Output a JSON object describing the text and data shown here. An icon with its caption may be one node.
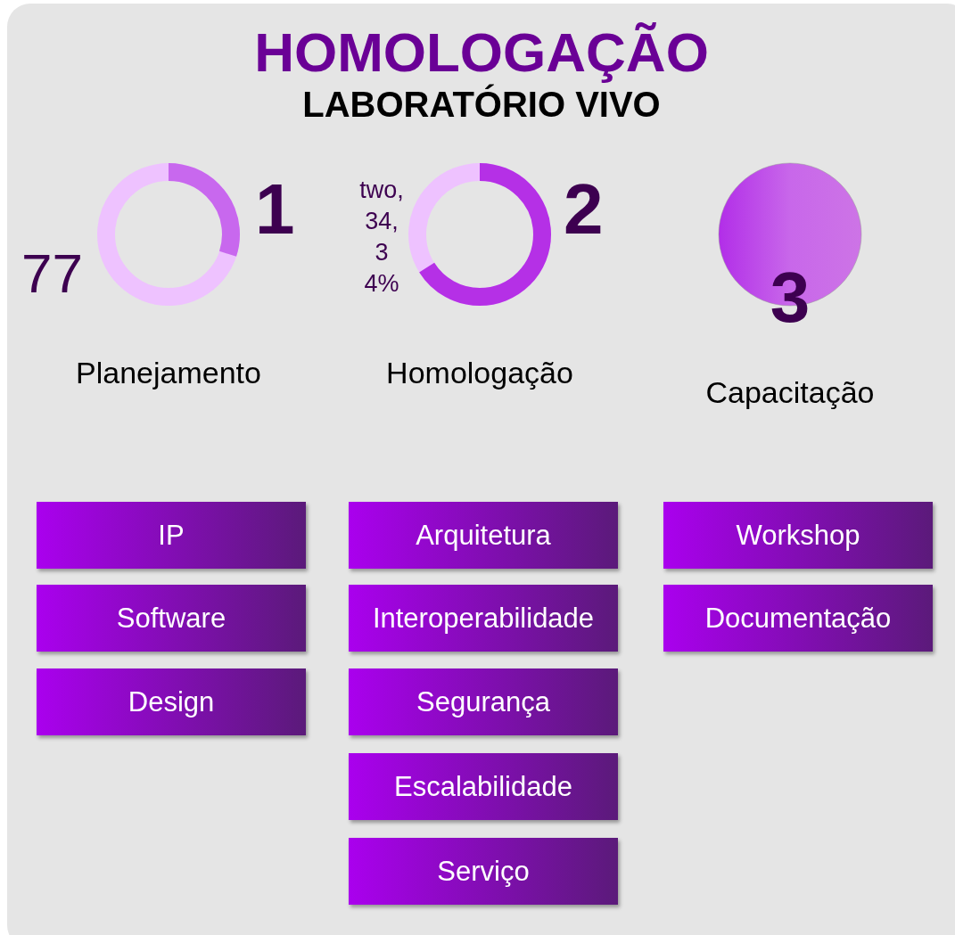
{
  "diagram": {
    "title": "HOMOLOGAÇÃO",
    "nodes": [
      {
        "text": [],
        "shape": "circle",
        "beside": [
          "77",
          "1",
          "Planejamento"
        ]
      },
      {
        "text": [],
        "shape": "circle",
        "beside": [
          "two,34,34%",
          "2",
          "Homologação"
        ]
      },
      {
        "text": [
          "3"
        ],
        "beside": [
          "Capacitação"
        ]
      },
      {
        "text": [
          "IP"
        ]
      },
      {
        "text": [
          "Software"
        ]
      },
      {
        "text": [
          "Design"
        ]
      },
      {
        "text": [
          "Arquitetura"
        ]
      },
      {
        "text": [
          "Interoperabilidade"
        ]
      },
      {
        "text": [
          "Segurança"
        ]
      },
      {
        "text": [
          "Escalabilidade"
        ]
      },
      {
        "text": [
          "Serviço"
        ]
      },
      {
        "text": [
          "Workshop"
        ]
      },
      {
        "text": [
          "Documentação"
        ]
      }
    ],
    "edges": [],
    "labels": [
      "LABORATÓRIO VIVO"
    ]
  }
}
